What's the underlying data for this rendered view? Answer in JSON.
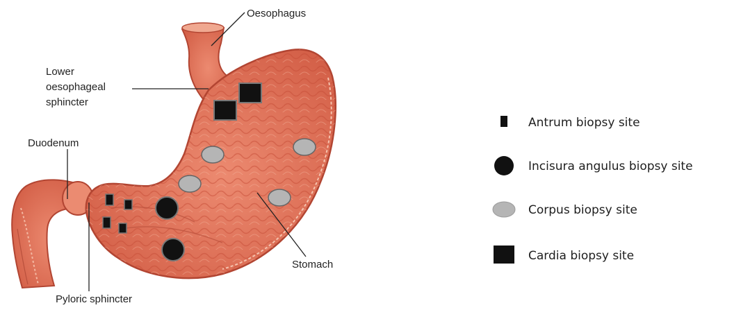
{
  "labels": {
    "oesophagus": "Oesophagus",
    "les_line1": "Lower",
    "les_line2": "oesophageal",
    "les_line3": "sphincter",
    "duodenum": "Duodenum",
    "stomach": "Stomach",
    "pyloric": "Pyloric sphincter"
  },
  "legend": [
    {
      "marker": "small-square",
      "label": "Antrum biopsy site"
    },
    {
      "marker": "black-circle",
      "label": "Incisura angulus biopsy site"
    },
    {
      "marker": "grey-ellipse",
      "label": "Corpus biopsy site"
    },
    {
      "marker": "large-square",
      "label": "Cardia biopsy site"
    }
  ],
  "colors": {
    "stomach_fill": "#e2735c",
    "stomach_dark": "#c9503a",
    "stomach_light": "#f0a890",
    "antrum_marker": "#111111",
    "incisura_marker": "#111111",
    "corpus_marker": "#b5b5b5",
    "cardia_marker": "#111111"
  }
}
